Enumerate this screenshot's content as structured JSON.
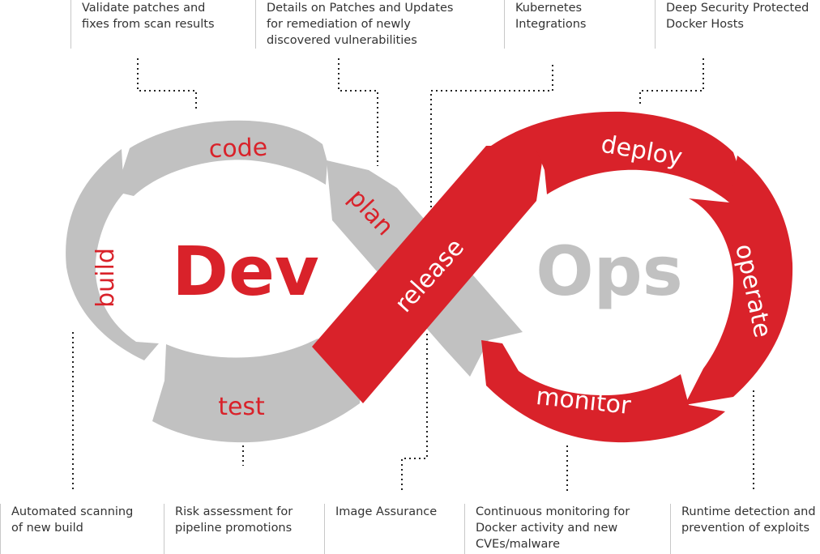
{
  "colors": {
    "red": "#d9222a",
    "gray": "#c1c1c1",
    "text": "#333333"
  },
  "center_labels": {
    "dev": "Dev",
    "ops": "Ops"
  },
  "segments": {
    "code": "code",
    "plan": "plan",
    "build": "build",
    "test": "test",
    "release": "release",
    "deploy": "deploy",
    "operate": "operate",
    "monitor": "monitor"
  },
  "top_callouts": [
    {
      "text": "Validate patches and\nfixes from scan results"
    },
    {
      "text": "Details on Patches and Updates\nfor remediation of newly\ndiscovered vulnerabilities"
    },
    {
      "text": "Kubernetes\nIntegrations"
    },
    {
      "text": "Deep Security Protected\nDocker Hosts"
    }
  ],
  "bottom_callouts": [
    {
      "text": "Automated scanning\nof new build"
    },
    {
      "text": "Risk assessment for\npipeline promotions"
    },
    {
      "text": "Image Assurance"
    },
    {
      "text": "Continuous monitoring for\nDocker activity and new\nCVEs/malware"
    },
    {
      "text": "Runtime detection and\nprevention of exploits"
    }
  ]
}
